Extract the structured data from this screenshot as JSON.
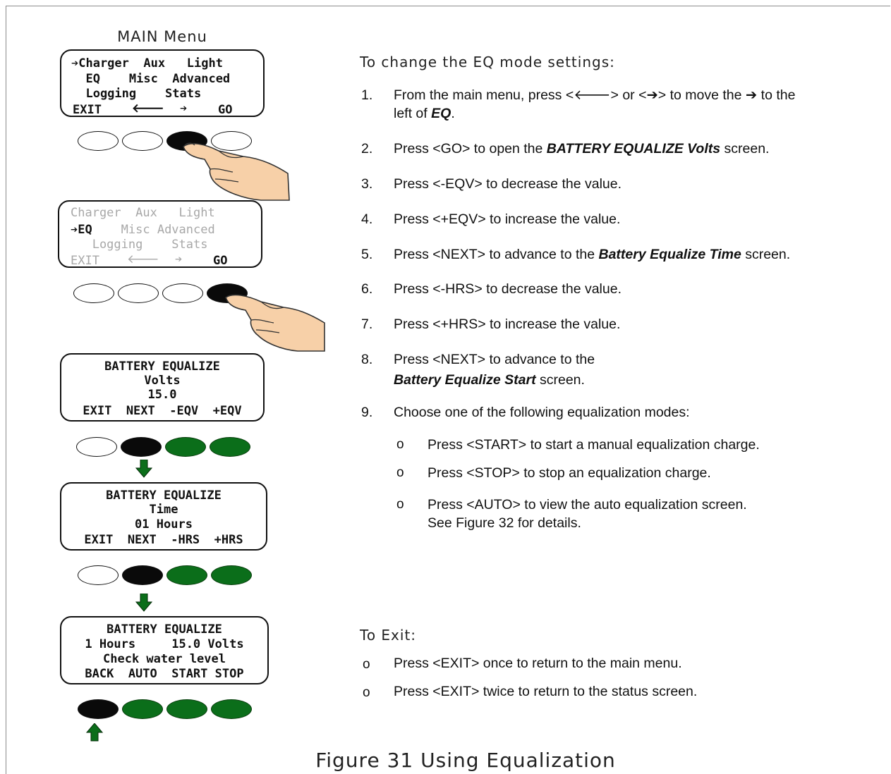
{
  "menu_title": "MAIN Menu",
  "screen1": {
    "line1": "➔Charger  Aux   Light",
    "line2": "  EQ    Misc  Advanced",
    "line3": "  Logging    Stats",
    "soft": [
      "EXIT",
      "🡐",
      "➔",
      "GO"
    ]
  },
  "screen2": {
    "line1a": "Charger  Aux   Light",
    "line2_arrow": "➔EQ",
    "line2_rest": "    Misc Advanced",
    "line3": "   Logging    Stats",
    "soft_dim": [
      "EXIT",
      "🡐",
      "➔"
    ],
    "soft_go": "GO"
  },
  "screen3": {
    "line1": "BATTERY EQUALIZE",
    "line2": "Volts",
    "line3": "15.0",
    "soft": "EXIT  NEXT  -EQV  +EQV"
  },
  "screen4": {
    "line1": "BATTERY EQUALIZE",
    "line2": "Time",
    "line3": "01 Hours",
    "soft": "EXIT  NEXT  -HRS  +HRS"
  },
  "screen5": {
    "line1": "BATTERY EQUALIZE",
    "line2": "1 Hours     15.0 Volts",
    "line3": "Check water level",
    "soft": "BACK  AUTO  START STOP"
  },
  "instructions": {
    "heading": "To change the EQ mode settings:",
    "steps": [
      {
        "num": "1.",
        "a": "From the main menu, press <🡐> or <➔> to move the ➔ to the",
        "b": "left of ",
        "b_em": "EQ",
        "b_end": "."
      },
      {
        "num": "2.",
        "pre": "Press <GO> to open the ",
        "em": "BATTERY EQUALIZE Volts",
        "post": " screen."
      },
      {
        "num": "3.",
        "text": "Press <-EQV> to decrease the value."
      },
      {
        "num": "4.",
        "text": "Press <+EQV> to increase the value."
      },
      {
        "num": "5.",
        "pre": "Press <NEXT> to advance to the ",
        "em": "Battery Equalize Time",
        "post": " screen."
      },
      {
        "num": "6.",
        "text": "Press <-HRS> to decrease the value."
      },
      {
        "num": "7.",
        "text": "Press <+HRS> to increase the value."
      },
      {
        "num": "8.",
        "a": "Press <NEXT> to advance to the",
        "b_em": "Battery Equalize Start",
        "b_end": " screen."
      },
      {
        "num": "9.",
        "text": "Choose one of the following equalization modes:"
      }
    ],
    "modes": [
      {
        "bullet": "o",
        "text": "Press <START> to start a manual equalization charge."
      },
      {
        "bullet": "o",
        "text": "Press <STOP> to stop an equalization charge."
      },
      {
        "bullet": "o",
        "text": "Press <AUTO> to view the auto equalization screen.",
        "text2": "See Figure 32 for details."
      }
    ]
  },
  "exit_section": {
    "heading": "To Exit:",
    "items": [
      {
        "bullet": "o",
        "text": "Press <EXIT> once to return to the main menu."
      },
      {
        "bullet": "o",
        "text": "Press <EXIT> twice to return to the status screen."
      }
    ]
  },
  "caption": "Figure 31   Using Equalization",
  "colors": {
    "green": "#0b6e1a",
    "black": "#0a0a0a",
    "skin": "#f7d0a8"
  }
}
